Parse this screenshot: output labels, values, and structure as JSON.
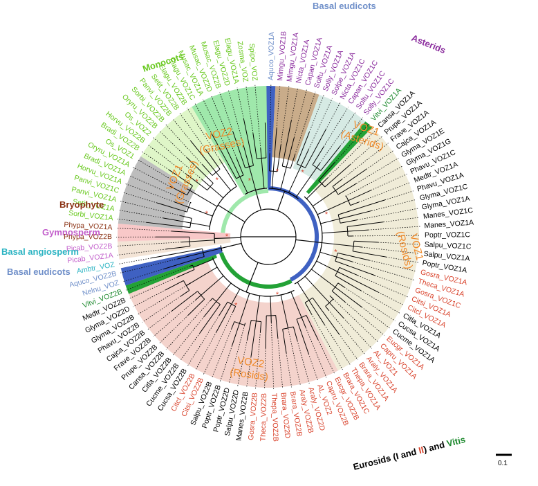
{
  "colors": {
    "monocot": "#67c81d",
    "eudicot": "#6f8fc9",
    "asterid": "#8a2b9d",
    "bryophyte": "#8b3214",
    "gymnosperm": "#c25ecb",
    "angiosperm": "#2ab3c2",
    "rosid": "#000000",
    "rosid2": "#d9432c",
    "vitis": "#19872a",
    "clade_text": "#f08a2a",
    "bg_grass_voz1": "#bdbdbd",
    "bg_grass_voz2": "#dff6c8",
    "bg_monocot_voz2": "#9fe8ab",
    "bg_asterid_voz1": "#c9ac8a",
    "bg_asterid_light": "#d6eae4",
    "bg_rosid_voz1": "#f0ecd8",
    "bg_rosid_voz2": "#f4d3cc",
    "bg_bryophyte": "#f8c8c8",
    "bg_gymno": "#f3e4d6",
    "bg_eudicot": "#3f61c2",
    "bg_vitis": "#23a236"
  },
  "group_labels": {
    "monocots": "Monocots",
    "basal_eudicots_top": "Basal eudicots",
    "asterids": "Asterids",
    "bryophyte": "Bryophyte",
    "gymnosperm": "Gymnosperm",
    "basal_angiosperm": "Basal angiosperm",
    "basal_eudicots_left": "Basal eudicots",
    "eurosids_prefix": "Eurosids (",
    "eurosids_i": "I",
    "eurosids_and1": " and ",
    "eurosids_ii": "II",
    "eurosids_mid": ") and ",
    "eurosids_vitis": "Vitis"
  },
  "clade_labels": {
    "voz2_grasses": [
      "VOZ2",
      "(Grasses)"
    ],
    "voz1_grasses": [
      "VOZ1",
      "(Grasses)"
    ],
    "voz1_asterids": [
      "VOZ1",
      "(Asterids)"
    ],
    "voz1_rosids": [
      "VOZ1",
      "(Rosids)"
    ],
    "voz2_rosids": [
      "VOZ2",
      "(Rosids)"
    ]
  },
  "scale_bar": "0.1",
  "leaves": [
    {
      "name": "Aquco_VOZ1A",
      "color": "eudicot"
    },
    {
      "name": "Mimgu_VOZ1B",
      "color": "asterid"
    },
    {
      "name": "Mimgu_VOZ1A",
      "color": "asterid"
    },
    {
      "name": "Nicta_VOZ1A",
      "color": "asterid"
    },
    {
      "name": "Capan_VOZ1A",
      "color": "asterid"
    },
    {
      "name": "Soltu_VOZ1A",
      "color": "asterid"
    },
    {
      "name": "Solly_VOZ1A",
      "color": "asterid"
    },
    {
      "name": "Solpe_VOZ1A",
      "color": "asterid"
    },
    {
      "name": "Nicta_VOZ1C",
      "color": "asterid"
    },
    {
      "name": "Capan_VOZ1C",
      "color": "asterid"
    },
    {
      "name": "Soltu_VOZ1C",
      "color": "asterid"
    },
    {
      "name": "Solly_VOZ1C",
      "color": "asterid"
    },
    {
      "name": "Vitvi_VOZ1A",
      "color": "vitis"
    },
    {
      "name": "Cansa_VOZ1A",
      "color": "rosid"
    },
    {
      "name": "Prupe_VOZ1A",
      "color": "rosid"
    },
    {
      "name": "Frave_VOZ1A",
      "color": "rosid"
    },
    {
      "name": "Cajca_VOZ1A",
      "color": "rosid"
    },
    {
      "name": "Glyma_VOZ1E",
      "color": "rosid"
    },
    {
      "name": "Glyma_VOZ1G",
      "color": "rosid"
    },
    {
      "name": "Phavu_VOZ1C",
      "color": "rosid"
    },
    {
      "name": "Medtr_VOZ1A",
      "color": "rosid"
    },
    {
      "name": "Phavu_VOZ1A",
      "color": "rosid"
    },
    {
      "name": "Glyma_VOZ1C",
      "color": "rosid"
    },
    {
      "name": "Glyma_VOZ1A",
      "color": "rosid"
    },
    {
      "name": "Manes_VOZ1C",
      "color": "rosid"
    },
    {
      "name": "Manes_VOZ1A",
      "color": "rosid"
    },
    {
      "name": "Poptr_VOZ1C",
      "color": "rosid"
    },
    {
      "name": "Salpu_VOZ1C",
      "color": "rosid"
    },
    {
      "name": "Salpu_VOZ1A",
      "color": "rosid"
    },
    {
      "name": "Poptr_VOZ1A",
      "color": "rosid"
    },
    {
      "name": "Gosra_VOZ1A",
      "color": "rosid2"
    },
    {
      "name": "Theca_VOZ1A",
      "color": "rosid2"
    },
    {
      "name": "Gosra_VOZ1C",
      "color": "rosid2"
    },
    {
      "name": "Citsi_VOZ1A",
      "color": "rosid2"
    },
    {
      "name": "Citcl_VOZ1A",
      "color": "rosid2"
    },
    {
      "name": "Citla_VOZ1A",
      "color": "rosid"
    },
    {
      "name": "Cucsa_VOZ1A",
      "color": "rosid"
    },
    {
      "name": "Cucme_VOZ1A",
      "color": "rosid"
    },
    {
      "name": "Eucgr_VOZ1A",
      "color": "rosid2"
    },
    {
      "name": "Capru_VOZ1A",
      "color": "rosid2"
    },
    {
      "name": "AL_VOZ1",
      "color": "rosid2"
    },
    {
      "name": "Araly_VOZ1A",
      "color": "rosid2"
    },
    {
      "name": "Brara_VOZ1A",
      "color": "rosid2"
    },
    {
      "name": "Thepa_VOZ1A",
      "color": "rosid2"
    },
    {
      "name": "Brara_VOZ1C",
      "color": "rosid2"
    },
    {
      "name": "Eucgr_VOZ2B",
      "color": "rosid2"
    },
    {
      "name": "Capru_VOZ2B",
      "color": "rosid2"
    },
    {
      "name": "AL_VOZ2",
      "color": "rosid2"
    },
    {
      "name": "Araly_VOZ2D",
      "color": "rosid2"
    },
    {
      "name": "Araly_VOZ2B",
      "color": "rosid2"
    },
    {
      "name": "Brara_VOZ2B",
      "color": "rosid2"
    },
    {
      "name": "Brara_VOZ2D",
      "color": "rosid2"
    },
    {
      "name": "Thepa_VOZ2B",
      "color": "rosid2"
    },
    {
      "name": "Theca_VOZ2B",
      "color": "rosid2"
    },
    {
      "name": "Gosra_VOZ2B",
      "color": "rosid2"
    },
    {
      "name": "Manes_VOZ2B",
      "color": "rosid"
    },
    {
      "name": "Salpu_VOZ2D",
      "color": "rosid"
    },
    {
      "name": "Poptr_VOZ2D",
      "color": "rosid"
    },
    {
      "name": "Poptr_VOZ2B",
      "color": "rosid"
    },
    {
      "name": "Salpu_VOZ2B",
      "color": "rosid"
    },
    {
      "name": "Citsi_VOZ2B",
      "color": "rosid2"
    },
    {
      "name": "Citcl_VOZ2B",
      "color": "rosid2"
    },
    {
      "name": "Cucsa_VOZ2B",
      "color": "rosid"
    },
    {
      "name": "Cucme_VOZ2B",
      "color": "rosid"
    },
    {
      "name": "Citla_VOZ2B",
      "color": "rosid"
    },
    {
      "name": "Cansa_VOZ2B",
      "color": "rosid"
    },
    {
      "name": "Prupe_VOZ2B",
      "color": "rosid"
    },
    {
      "name": "Frave_VOZ2B",
      "color": "rosid"
    },
    {
      "name": "Cajca_VOZ2B",
      "color": "rosid"
    },
    {
      "name": "Phavu_VOZ2B",
      "color": "rosid"
    },
    {
      "name": "Glyma_VOZ2B",
      "color": "rosid"
    },
    {
      "name": "Glyma_VOZ2D",
      "color": "rosid"
    },
    {
      "name": "Medtr_VOZ2B",
      "color": "rosid"
    },
    {
      "name": "Vitvi_VOZ2B",
      "color": "vitis"
    },
    {
      "name": "Nelnu_VOZ",
      "color": "eudicot"
    },
    {
      "name": "Aquco_VOZ2B",
      "color": "eudicot"
    },
    {
      "name": "Ambtr_VOZ",
      "color": "angiosperm"
    },
    {
      "name": "Picab_VOZ1A",
      "color": "gymnosperm"
    },
    {
      "name": "Picab_VOZ2B",
      "color": "gymnosperm"
    },
    {
      "name": "Phypa_VOZ2B",
      "color": "bryophyte"
    },
    {
      "name": "Phypa_VOZ1A",
      "color": "bryophyte"
    },
    {
      "name": "Sorbi_VOZ1A",
      "color": "monocot"
    },
    {
      "name": "Setit_VOZ1A",
      "color": "monocot"
    },
    {
      "name": "Panvi_VOZ1A",
      "color": "monocot"
    },
    {
      "name": "Panvi_VOZ1C",
      "color": "monocot"
    },
    {
      "name": "Horvu_VOZ1A",
      "color": "monocot"
    },
    {
      "name": "Bradi_VOZ1A",
      "color": "monocot"
    },
    {
      "name": "Oryru_VOZ1A",
      "color": "monocot"
    },
    {
      "name": "Os_VOZ1",
      "color": "monocot"
    },
    {
      "name": "Bradi_VOZ2B",
      "color": "monocot"
    },
    {
      "name": "Horvu_VOZ2B",
      "color": "monocot"
    },
    {
      "name": "Os_VOZ2",
      "color": "monocot"
    },
    {
      "name": "Oryru_VOZ2B",
      "color": "monocot"
    },
    {
      "name": "Sorbi_VOZ2B",
      "color": "monocot"
    },
    {
      "name": "Panvi_VOZ2B",
      "color": "monocot"
    },
    {
      "name": "Setit_VOZ2B",
      "color": "monocot"
    },
    {
      "name": "Elagu_VOZ2B",
      "color": "monocot"
    },
    {
      "name": "Elagu_VOZ1C",
      "color": "monocot"
    },
    {
      "name": "Musac_VOZ1A",
      "color": "monocot"
    },
    {
      "name": "Musac_VOZ2D",
      "color": "monocot"
    },
    {
      "name": "Musac_VOZ2B",
      "color": "monocot"
    },
    {
      "name": "Elagu_VOZ2D",
      "color": "monocot"
    },
    {
      "name": "Elagu_VOZ1A",
      "color": "monocot"
    },
    {
      "name": "Zosma_VOZ",
      "color": "monocot"
    },
    {
      "name": "Spipo_VOZ",
      "color": "monocot"
    }
  ]
}
